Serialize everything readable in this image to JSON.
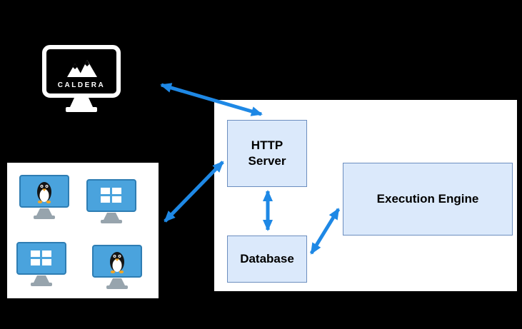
{
  "diagram": {
    "caldera_label": "CALDERA",
    "http_server_label": "HTTP Server",
    "database_label": "Database",
    "execution_engine_label": "Execution Engine",
    "agents": [
      {
        "os": "linux"
      },
      {
        "os": "windows"
      },
      {
        "os": "windows"
      },
      {
        "os": "linux"
      }
    ],
    "icons": {
      "caldera": "monitor-with-mountain-logo-icon",
      "linux": "tux-penguin-monitor-icon",
      "windows": "windows-logo-monitor-icon"
    },
    "colors": {
      "background": "#000000",
      "panel": "#ffffff",
      "box_fill": "#dbe9fb",
      "box_border": "#6c8ebf",
      "arrow": "#1e88e5"
    }
  }
}
